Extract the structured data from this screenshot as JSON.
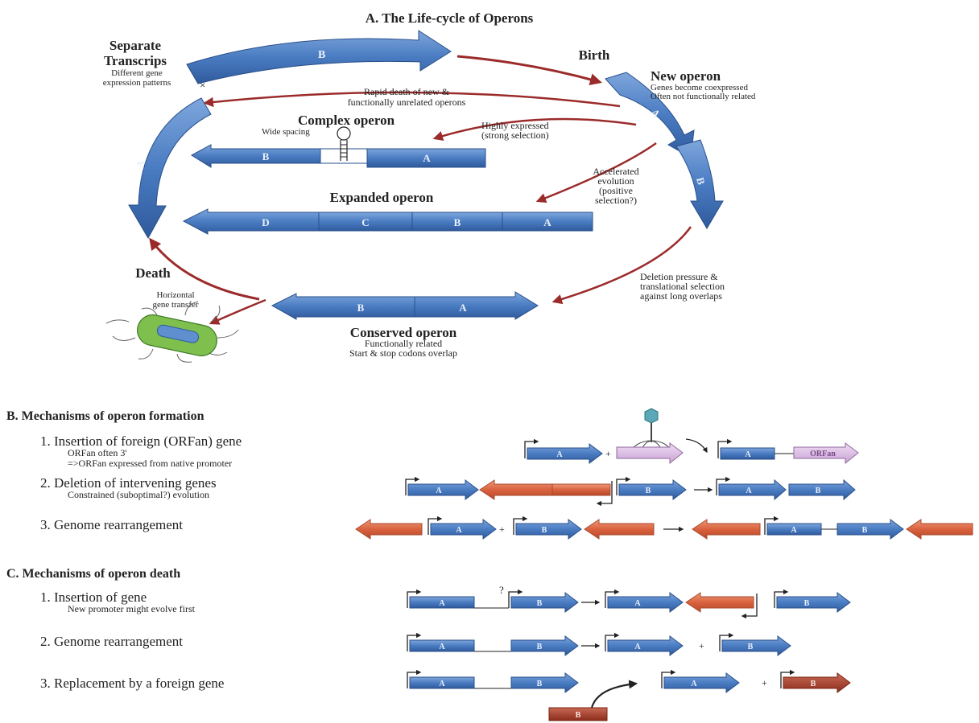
{
  "colors": {
    "gene_blue": "#4a7cc2",
    "gene_blue_dark": "#2f5a9c",
    "gene_red": "#d9623e",
    "gene_darkred": "#a33a26",
    "gene_purple": "#d9b8e2",
    "cycle_arrow": "#9b2b2b"
  },
  "panel_a": {
    "title": "A. The Life-cycle of Operons",
    "birth": "Birth",
    "death": "Death",
    "separate_title_1": "Separate",
    "separate_title_2": "Transcrips",
    "separate_sub_1": "Different gene",
    "separate_sub_2": "expression patterns",
    "new_operon_title": "New operon",
    "new_operon_sub_1": "Genes become coexpressed",
    "new_operon_sub_2": "Often not functionally related",
    "rapid_death_1": "Rapid death of new &",
    "rapid_death_2": "functionally unrelated operons",
    "complex_title": "Complex operon",
    "complex_sub": "Wide spacing",
    "highly_1": "Highly expressed",
    "highly_2": "(strong selection)",
    "accel_1": "Accelerated",
    "accel_2": "evolution",
    "accel_3": "(positive",
    "accel_4": "selection?)",
    "expanded_title": "Expanded operon",
    "deletion_1": "Deletion pressure &",
    "deletion_2": "translational selection",
    "deletion_3": "against long overlaps",
    "horizontal_1": "Horizontal",
    "horizontal_2": "gene transfer",
    "conserved_title": "Conserved operon",
    "conserved_sub_1": "Functionally related",
    "conserved_sub_2": "Start & stop codons overlap",
    "x_mark": "×",
    "genes": {
      "a": "A",
      "b": "B",
      "c": "C",
      "d": "D"
    }
  },
  "panel_b": {
    "title": "B. Mechanisms of operon formation",
    "item1_title": "1.  Insertion of foreign (ORFan) gene",
    "item1_sub_1": "ORFan often 3'",
    "item1_sub_2": "=>ORFan expressed from native promoter",
    "item2_title": "2.  Deletion of intervening genes",
    "item2_sub": "Constrained (suboptimal?) evolution",
    "item3_title": "3.  Genome rearrangement",
    "orfan_label": "ORFan",
    "plus": "+"
  },
  "panel_c": {
    "title": "C. Mechanisms of operon death",
    "item1_title": "1.  Insertion of gene",
    "item1_sub": "New promoter might evolve first",
    "item2_title": "2.  Genome rearrangement",
    "item3_title": "3.  Replacement by a foreign gene",
    "question": "?",
    "plus": "+"
  }
}
